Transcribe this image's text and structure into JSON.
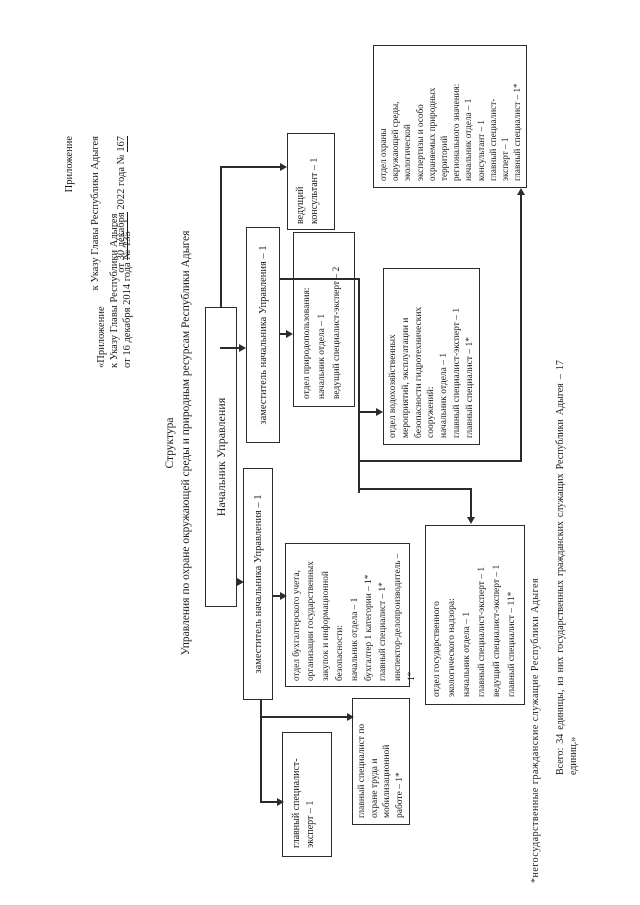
{
  "header": {
    "block1": {
      "line1": "Приложение",
      "line2": "к Указу Главы Республики Адыгея",
      "line3_prefix": "от ",
      "line3_u1": "30 декабря",
      "line3_mid": " 2022 года № ",
      "line3_u2": " 167 "
    },
    "block2": {
      "lines": [
        "«Приложение",
        "к Указу Главы Республики Адыгея",
        "от 16 декабря 2014 года № 135"
      ]
    }
  },
  "title": {
    "lines": [
      "Структура",
      "Управления по охране окружающей среды и природным ресурсам Республики Адыгея"
    ]
  },
  "org": {
    "nachalnik": {
      "label": "Начальник Управления"
    },
    "zam1": {
      "label": "заместитель начальника Управления – 1"
    },
    "zam2": {
      "label": "заместитель начальника Управления – 1"
    },
    "ved_konsultant": {
      "lines": [
        "ведущий",
        "консультант – 1"
      ]
    },
    "gl_spec_expert": {
      "lines": [
        "главный специалист-",
        "эксперт – 1"
      ]
    },
    "ohrana_truda": {
      "lines": [
        "главный специалист по",
        "охране  труда  и",
        "мобилизационной",
        "работе – 1*"
      ]
    },
    "buhgalteria": {
      "lines": [
        "отдел бухгалтерского учета,",
        "организации государственных",
        "закупок и информационной",
        "безопасности:",
        "начальник отдела – 1",
        "бухгалтер 1 категории – 1*",
        "главный специалист – 1*",
        "инспектор-делопроизводитель – 1*"
      ]
    },
    "nadzor": {
      "lines": [
        "отдел государственного",
        "экологического надзора:",
        "начальник отдела – 1",
        "главный специалист-эксперт – 1",
        "ведущий специалист-эксперт – 1",
        "главный специалист – 11*"
      ]
    },
    "prirodopolzovanie": {
      "lines": [
        "отдел природопользования:",
        "начальник отдела – 1",
        "ведущий специалист-эксперт – 2"
      ]
    },
    "vodohoz": {
      "lines": [
        "отдел водохозяйственных",
        "мероприятий, эксплуатации и",
        "безопасности гидротехнических",
        "сооружений:",
        "начальник отдела – 1",
        "главный специалист-эксперт – 1",
        "главный специалист – 1*"
      ]
    },
    "ohrana_sredy": {
      "lines": [
        "отдел охраны",
        "окружающей среды,",
        "экологической",
        "экспертизы и особо",
        "охраняемых природных",
        "территорий",
        "регионального значения:",
        "начальник отдела – 1",
        "консультант – 1",
        "главный специалист-",
        "эксперт – 1",
        "главный специалист – 1*"
      ]
    }
  },
  "footnotes": {
    "asterisk": "*негосударственные гражданские служащие Республики Адыгея",
    "total_lines": [
      "Всего: 34 единицы, из них государственных гражданских служащих Республики Адыгея – 17",
      "единиц.»"
    ]
  }
}
